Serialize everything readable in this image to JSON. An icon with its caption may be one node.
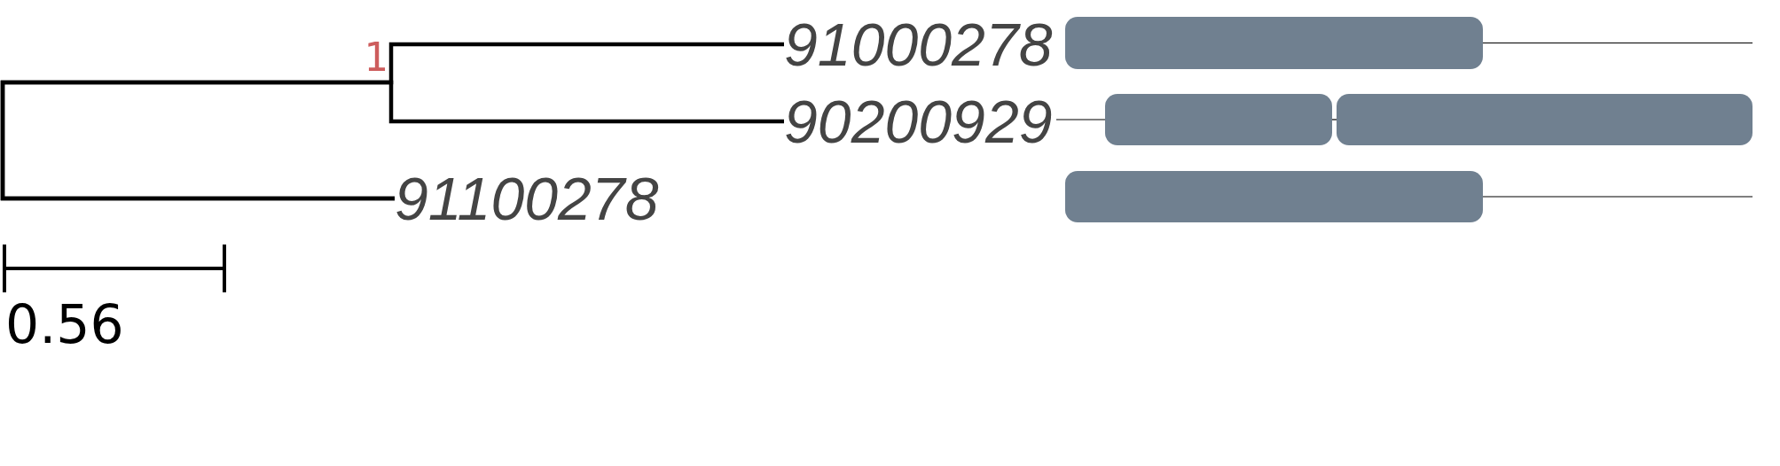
{
  "diagram": {
    "nodes": [
      {
        "text": [
          "91000278"
        ]
      },
      {
        "text": [],
        "shape": "box"
      },
      {
        "text": [
          "90200929"
        ]
      },
      {
        "text": [],
        "shape": "box"
      },
      {
        "text": [],
        "shape": "box"
      },
      {
        "text": [
          "91100278"
        ]
      },
      {
        "text": [],
        "shape": "box"
      }
    ],
    "edges": [
      {
        "from": 5,
        "to": 0,
        "arrow": "none",
        "style": "thick"
      },
      {
        "from": 5,
        "to": 2,
        "arrow": "none",
        "style": "thick"
      },
      {
        "from": 1,
        "to": null,
        "arrow": "none"
      },
      {
        "from": 2,
        "to": 3,
        "arrow": "none"
      },
      {
        "from": 3,
        "to": 4,
        "arrow": "none"
      },
      {
        "from": 6,
        "to": null,
        "arrow": "none"
      }
    ],
    "labels": [
      "1",
      "0.56"
    ]
  }
}
